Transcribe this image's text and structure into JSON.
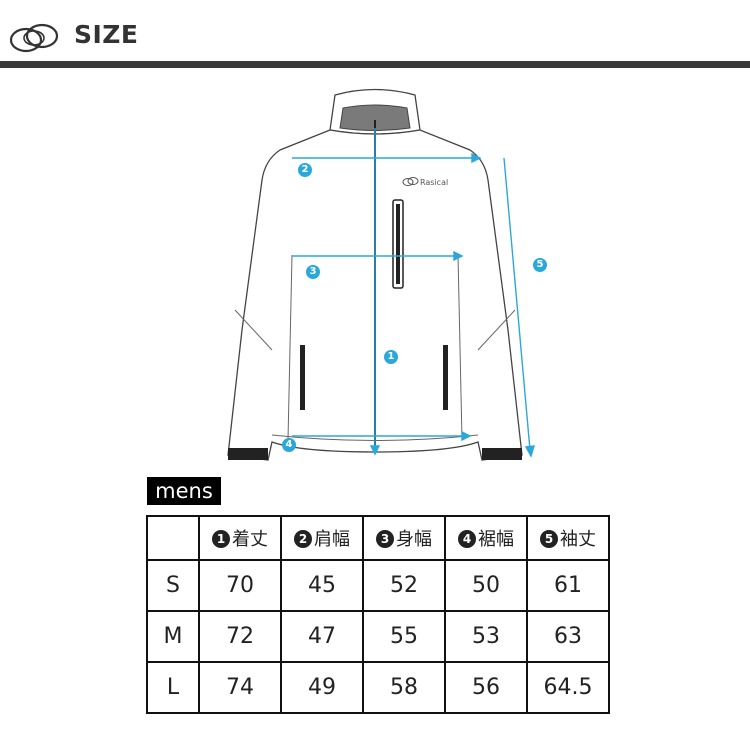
{
  "header": {
    "title": "SIZE",
    "logo_icon": "rasical-logo-icon"
  },
  "figure": {
    "brand_text": "Rasical",
    "markers": [
      "1",
      "2",
      "3",
      "4",
      "5"
    ],
    "accent_color": "#2aa8dc"
  },
  "tag": {
    "label": "mens"
  },
  "table": {
    "columns": [
      {
        "num": "1",
        "label": "着丈"
      },
      {
        "num": "2",
        "label": "肩幅"
      },
      {
        "num": "3",
        "label": "身幅"
      },
      {
        "num": "4",
        "label": "裾幅"
      },
      {
        "num": "5",
        "label": "袖丈"
      }
    ],
    "rows": [
      {
        "size": "S",
        "values": [
          "70",
          "45",
          "52",
          "50",
          "61"
        ]
      },
      {
        "size": "M",
        "values": [
          "72",
          "47",
          "55",
          "53",
          "63"
        ]
      },
      {
        "size": "L",
        "values": [
          "74",
          "49",
          "58",
          "56",
          "64.5"
        ]
      }
    ]
  }
}
